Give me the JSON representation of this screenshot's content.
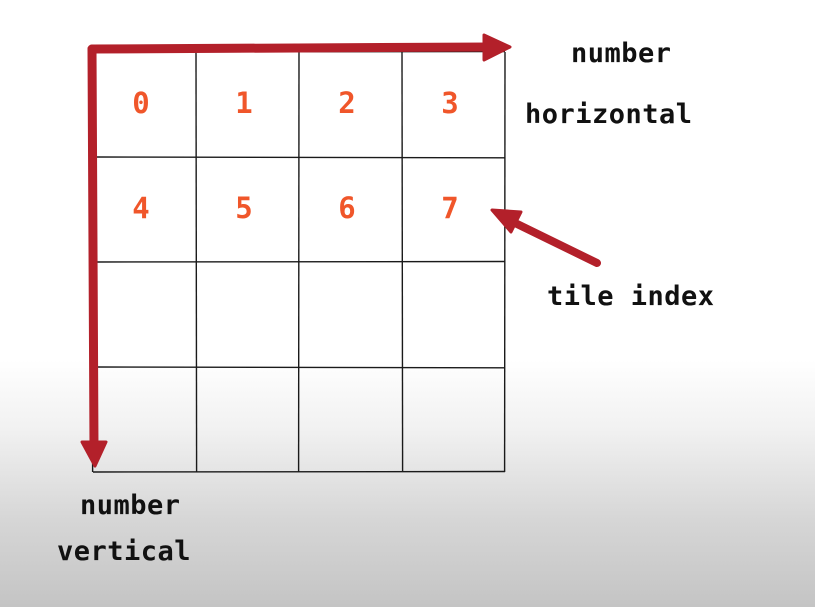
{
  "labels": {
    "horizontal_line1": "number",
    "horizontal_line2": "horizontal",
    "vertical_line1": "number",
    "vertical_line2": "vertical",
    "tile_index": "tile index"
  },
  "grid": {
    "rows": 4,
    "columns": 4,
    "tile_numbers": [
      "0",
      "1",
      "2",
      "3",
      "4",
      "5",
      "6",
      "7"
    ]
  },
  "colors": {
    "arrow": "#b3202a",
    "tile_number": "#f0562a",
    "grid_line": "#1a1a1a",
    "label_text": "#111111"
  }
}
